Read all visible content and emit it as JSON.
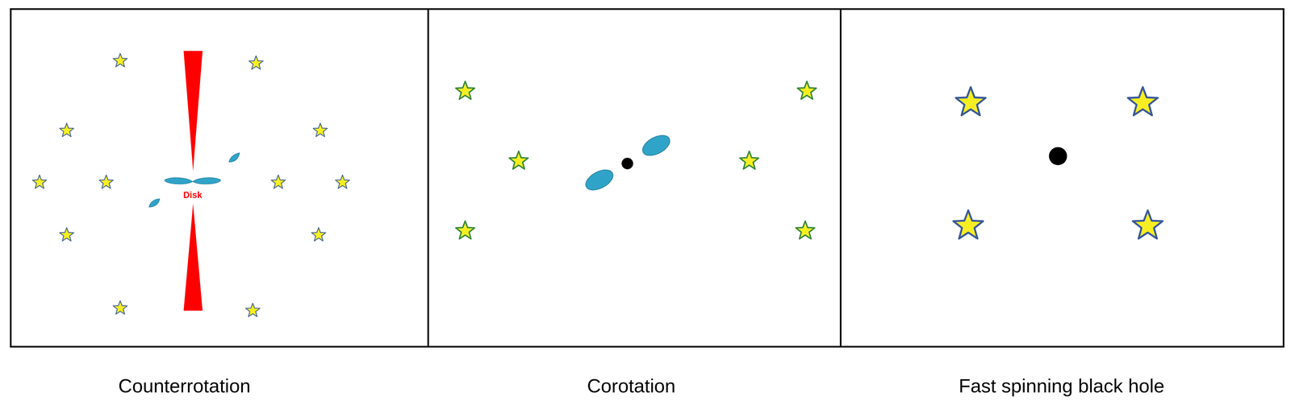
{
  "diagram": {
    "nodes": [
      {
        "text": [
          "Counterrotation"
        ]
      },
      {
        "text": [
          "Corotation"
        ]
      },
      {
        "text": [
          "Fast spinning black hole"
        ]
      }
    ],
    "labels": [
      "Disk"
    ]
  }
}
